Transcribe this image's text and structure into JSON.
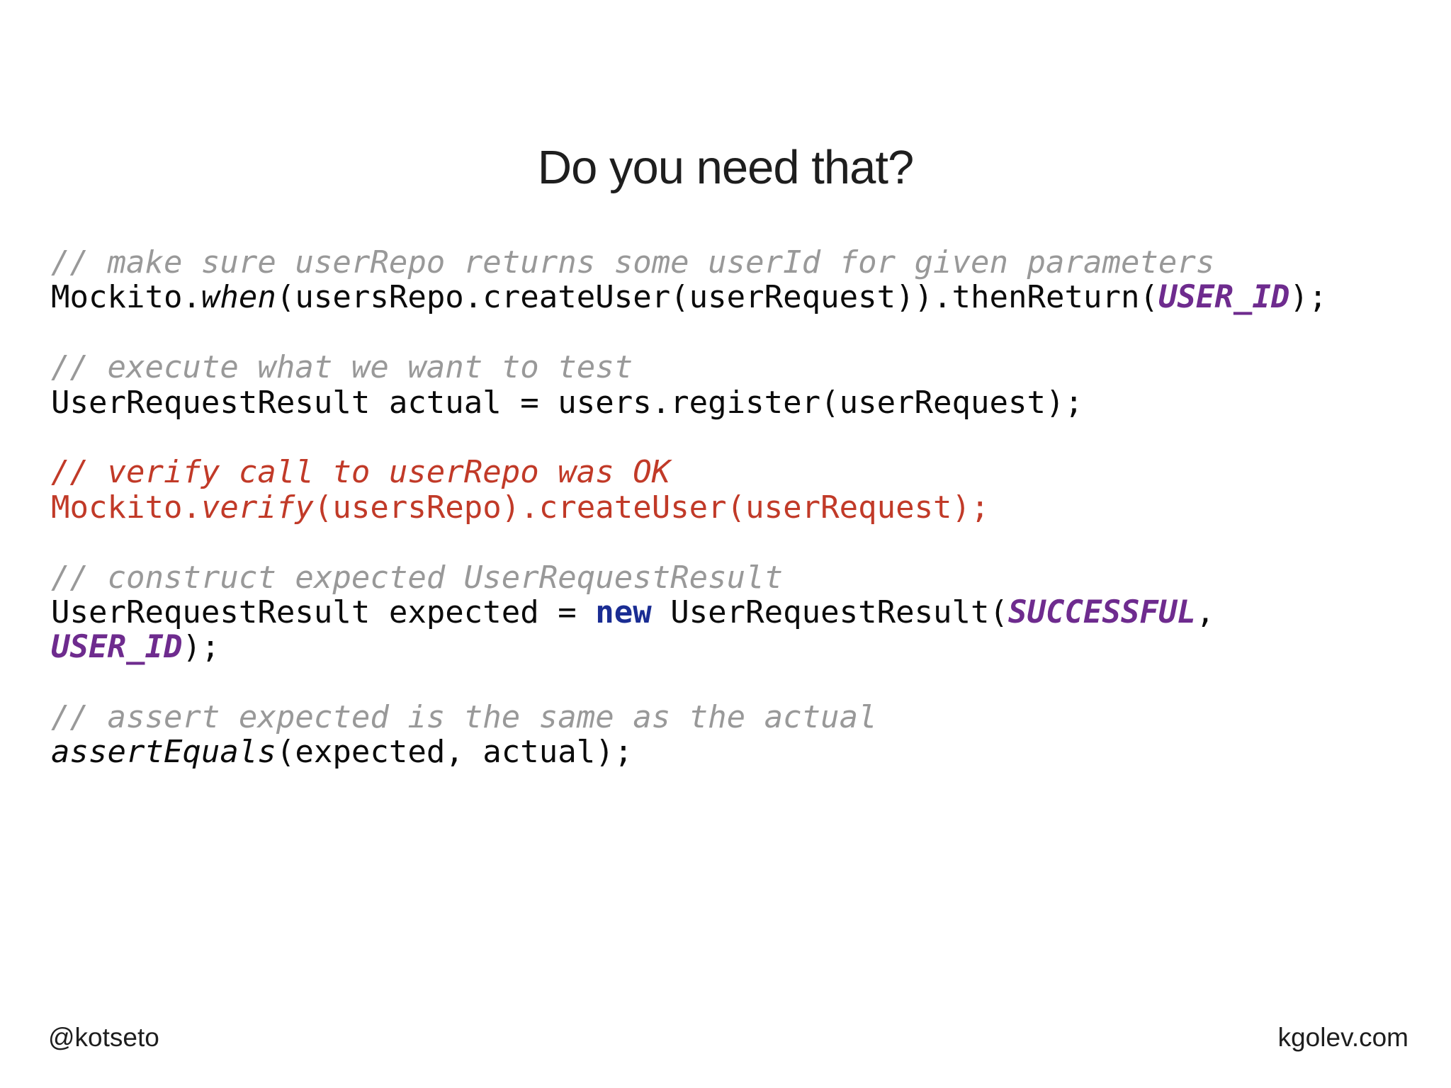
{
  "title": "Do you need that?",
  "footer": {
    "left": "@kotseto",
    "right": "kgolev.com"
  },
  "colors": {
    "background": "#ffffff",
    "text_dark": "#1e1e1e",
    "code_black": "#0b0b0b",
    "comment_gray": "#999999",
    "accent_red": "#c13a28",
    "accent_purple": "#6e2b8e",
    "accent_blue": "#1a2d93"
  },
  "code": {
    "language": "java",
    "lines": [
      {
        "color": "default",
        "segments": [
          {
            "t": "// make sure userRepo returns some userId for given parameters",
            "s": "comment"
          }
        ]
      },
      {
        "color": "default",
        "segments": [
          {
            "t": "Mockito.",
            "s": "plain"
          },
          {
            "t": "when",
            "s": "italic"
          },
          {
            "t": "(usersRepo.createUser(userRequest)).thenReturn(",
            "s": "plain"
          },
          {
            "t": "USER_ID",
            "s": "constant"
          },
          {
            "t": ");",
            "s": "plain"
          }
        ]
      },
      {
        "color": "default",
        "segments": []
      },
      {
        "color": "default",
        "segments": [
          {
            "t": "// execute what we want to test",
            "s": "comment"
          }
        ]
      },
      {
        "color": "default",
        "segments": [
          {
            "t": "UserRequestResult actual = users.register(userRequest);",
            "s": "plain"
          }
        ]
      },
      {
        "color": "default",
        "segments": []
      },
      {
        "color": "red",
        "segments": [
          {
            "t": "// verify call to userRepo was OK",
            "s": "italic"
          }
        ]
      },
      {
        "color": "red",
        "segments": [
          {
            "t": "Mockito.",
            "s": "plain"
          },
          {
            "t": "verify",
            "s": "italic"
          },
          {
            "t": "(usersRepo).createUser(userRequest);",
            "s": "plain"
          }
        ]
      },
      {
        "color": "default",
        "segments": []
      },
      {
        "color": "default",
        "segments": [
          {
            "t": "// construct expected UserRequestResult",
            "s": "comment"
          }
        ]
      },
      {
        "color": "default",
        "segments": [
          {
            "t": "UserRequestResult expected = ",
            "s": "plain"
          },
          {
            "t": "new",
            "s": "keyword"
          },
          {
            "t": " UserRequestResult(",
            "s": "plain"
          },
          {
            "t": "SUCCESSFUL",
            "s": "constant"
          },
          {
            "t": ",",
            "s": "plain"
          }
        ]
      },
      {
        "color": "default",
        "segments": [
          {
            "t": "USER_ID",
            "s": "constant"
          },
          {
            "t": ");",
            "s": "plain"
          }
        ]
      },
      {
        "color": "default",
        "segments": []
      },
      {
        "color": "default",
        "segments": [
          {
            "t": "// assert expected is the same as the actual",
            "s": "comment"
          }
        ]
      },
      {
        "color": "default",
        "segments": [
          {
            "t": "assertEquals",
            "s": "italic"
          },
          {
            "t": "(expected, actual);",
            "s": "plain"
          }
        ]
      }
    ]
  }
}
